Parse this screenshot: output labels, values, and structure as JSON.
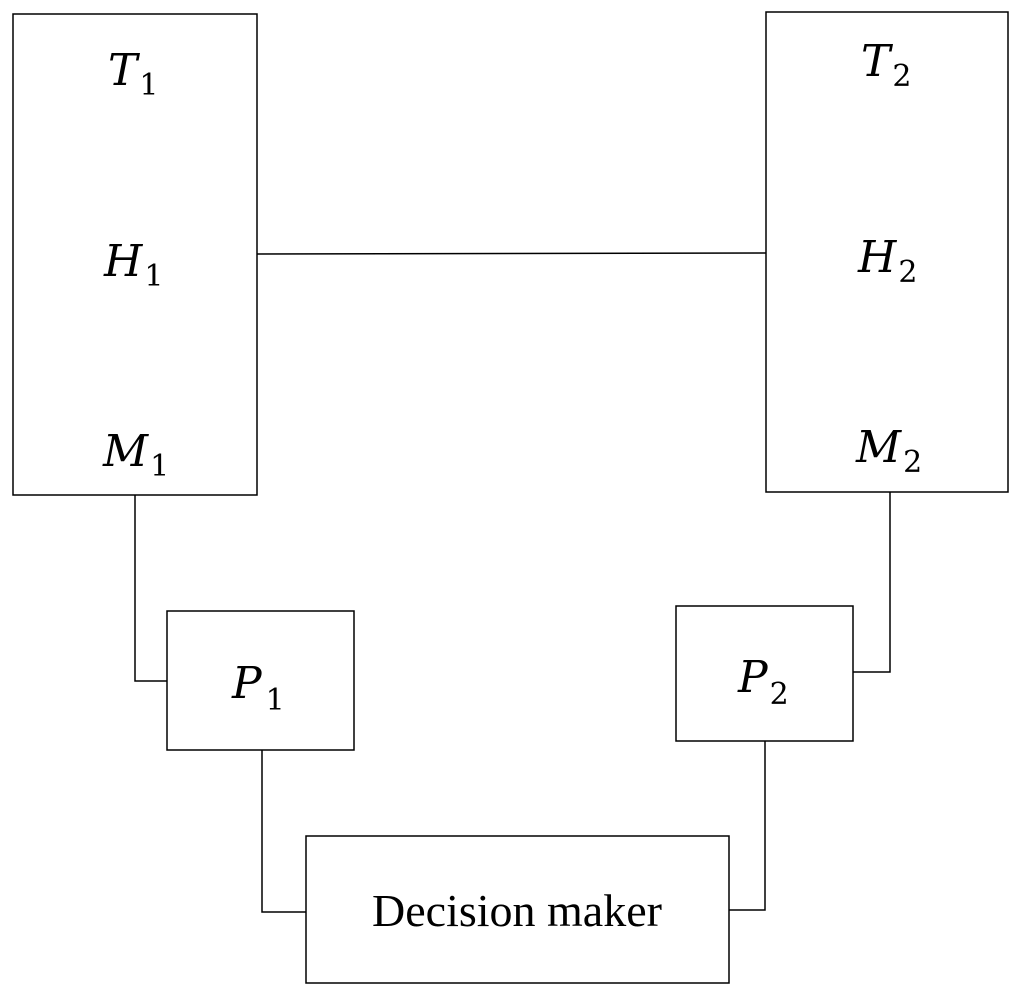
{
  "left_module": {
    "top": {
      "var": "T",
      "sub": "1"
    },
    "middle": {
      "var": "H",
      "sub": "1"
    },
    "bottom": {
      "var": "M",
      "sub": "1"
    }
  },
  "right_module": {
    "top": {
      "var": "T",
      "sub": "2"
    },
    "middle": {
      "var": "H",
      "sub": "2"
    },
    "bottom": {
      "var": "M",
      "sub": "2"
    }
  },
  "processors": {
    "left": {
      "var": "P",
      "sub": "1"
    },
    "right": {
      "var": "P",
      "sub": "2"
    }
  },
  "decision_maker": {
    "label": "Decision maker"
  }
}
